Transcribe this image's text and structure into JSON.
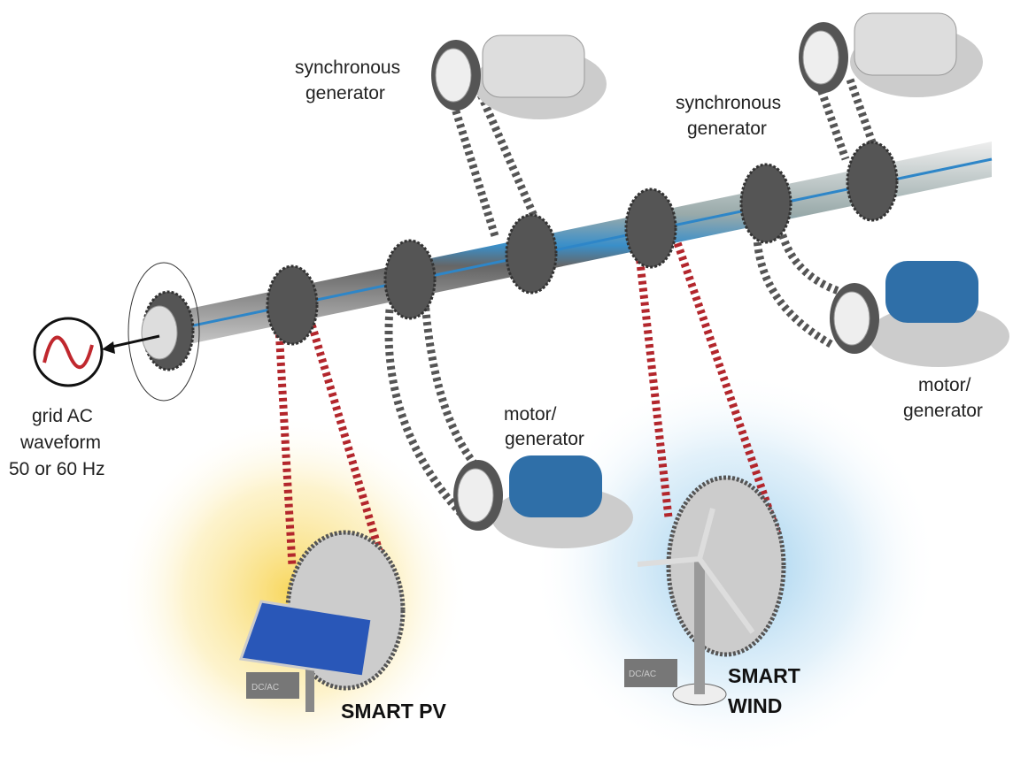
{
  "labels": {
    "sync_gen_1": [
      "synchronous",
      "generator"
    ],
    "sync_gen_2": [
      "synchronous",
      "generator"
    ],
    "motor_gen_1": [
      "motor/",
      "generator"
    ],
    "motor_gen_2": [
      "motor/",
      "generator"
    ],
    "grid": [
      "grid AC",
      "waveform",
      "50 or 60 Hz"
    ],
    "smart_pv": "SMART PV",
    "smart_wind": [
      "SMART",
      "WIND"
    ],
    "inverter_pv": "DC/AC",
    "inverter_wind": "DC/AC"
  },
  "colors": {
    "red_belt": "#b3262c",
    "gray_belt": "#555555",
    "motor_blue": "#2f6fa8",
    "solar_glow": "#f7d24a",
    "wind_glow": "#a9d3ee"
  }
}
